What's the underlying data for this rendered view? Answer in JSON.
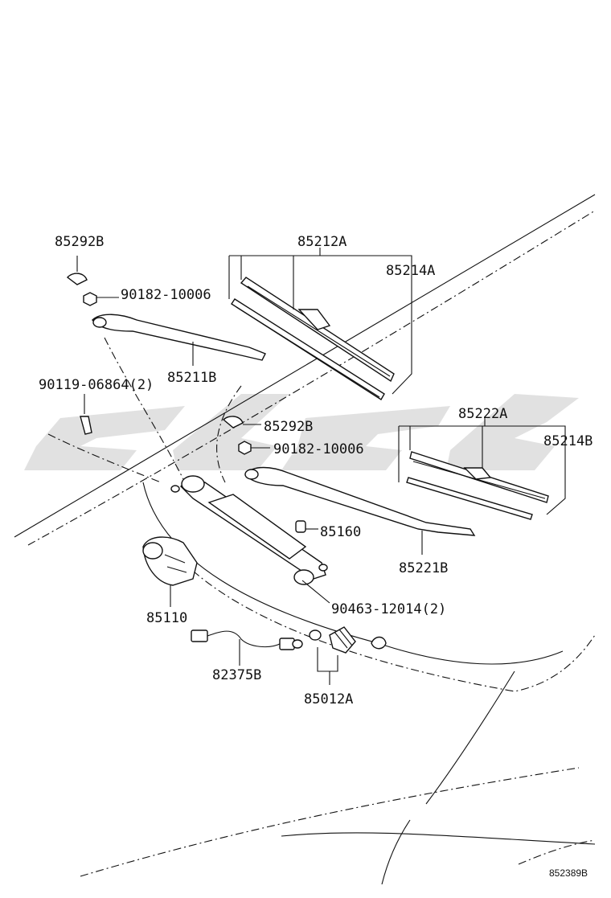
{
  "labels": {
    "cap_left": "85292B",
    "blade_left": "85212A",
    "rubber_left": "85214A",
    "nut_left": "90182-10006",
    "arm_left": "85211B",
    "bolt": "90119-06864(2)",
    "cap_right": "85292B",
    "nut_right": "90182-10006",
    "blade_right": "85222A",
    "rubber_right": "85214B",
    "link": "85160",
    "arm_right": "85221B",
    "motor": "85110",
    "grommet": "90463-12014(2)",
    "harness": "82375B",
    "bracket": "85012A"
  },
  "diagram_code": "852389B",
  "colors": {
    "line": "#111111",
    "watermark": "#dcdcdc",
    "background": "#ffffff"
  }
}
